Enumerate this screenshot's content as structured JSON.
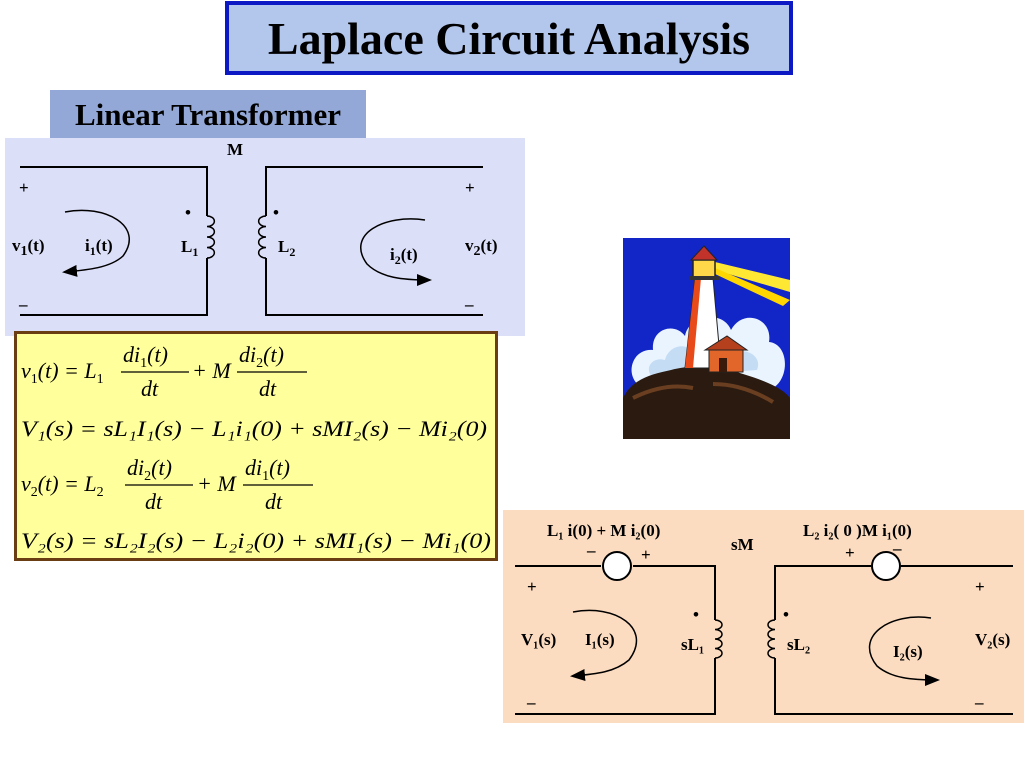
{
  "title": "Laplace Circuit Analysis",
  "subtitle": "Linear Transformer",
  "circuit_time": {
    "mutual": "M",
    "plus_left": "+",
    "plus_right": "+",
    "minus_left": "–",
    "minus_right": "–",
    "v1": "v",
    "v1_sub": "1",
    "v1_arg": "(t)",
    "v2": "v",
    "v2_sub": "2",
    "v2_arg": "(t)",
    "i1": "i",
    "i1_sub": "1",
    "i1_arg": "(t)",
    "i2": "i",
    "i2_sub": "2",
    "i2_arg": "(t)",
    "L1": "L",
    "L1_sub": "1",
    "L2": "L",
    "L2_sub": "2",
    "dot": "•"
  },
  "equations": {
    "eq1_lhs": "v",
    "eq1_lhs_sub": "1",
    "eq1_lhs_arg": "(t) = L",
    "eq1_L_sub": "1",
    "eq1_num1": "di",
    "eq1_num1_sub": "1",
    "eq1_num1_arg": "(t)",
    "eq1_den1": "dt",
    "eq1_plus": "+ M",
    "eq1_num2": "di",
    "eq1_num2_sub": "2",
    "eq1_num2_arg": "(t)",
    "eq1_den2": "dt",
    "eq2": "V₁(s) = sL₁I₁(s) − L₁i₁(0) + sMI₂(s) − Mi₂(0)",
    "eq3_lhs": "v",
    "eq3_lhs_sub": "2",
    "eq3_lhs_arg": "(t) = L",
    "eq3_L_sub": "2",
    "eq3_num1": "di",
    "eq3_num1_sub": "2",
    "eq3_num1_arg": "(t)",
    "eq3_den1": "dt",
    "eq3_plus": "+ M",
    "eq3_num2": "di",
    "eq3_num2_sub": "1",
    "eq3_num2_arg": "(t)",
    "eq3_den2": "dt",
    "eq4": "V₂(s) = sL₂I₂(s) − L₂i₂(0) + sMI₁(s) − Mi₁(0)"
  },
  "circuit_s": {
    "src1_label": "L₁ i(0) + M i₂(0)",
    "src2_label": "L₂ i₂( 0 )M i₁(0)",
    "mutual": "sM",
    "src1_minus": "–",
    "src1_plus": "+",
    "src2_plus": "+",
    "src2_minus": "–",
    "plus_left": "+",
    "plus_right": "+",
    "minus_left": "–",
    "minus_right": "–",
    "V1": "V₁(s)",
    "V2": "V₂(s)",
    "I1": "I₁(s)",
    "I2": "I₂(s)",
    "sL1": "sL₁",
    "sL2": "sL₂",
    "dot": "•"
  },
  "colors": {
    "title_bg": "#b3c6ec",
    "title_border": "#0c18c4",
    "subtitle_bg": "#93a8d6",
    "circuit_time_bg": "#dcdff8",
    "equations_bg": "#ffff9c",
    "equations_border": "#6b3d12",
    "circuit_s_bg": "#fcdcc0"
  },
  "image": "lighthouse-clipart"
}
